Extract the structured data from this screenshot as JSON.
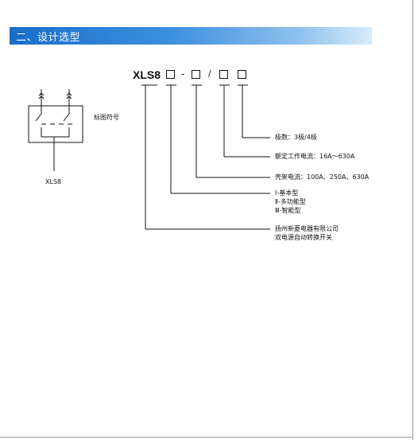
{
  "section": {
    "title": "二、设计选型"
  },
  "symbol": {
    "label": "标图符号",
    "caption": "XLS8"
  },
  "model": {
    "code": "XLS8",
    "separator_dash": "-",
    "separator_slash": "/"
  },
  "legend": {
    "poles": "极数：3极/4极",
    "rated_current": "额定工作电流：16A～630A",
    "frame_current": "壳架电流：100A、250A、630A",
    "type_1": "Ⅰ-基本型",
    "type_2": "Ⅱ-多功能型",
    "type_3": "Ⅲ-智能型",
    "company": "扬州新菱电器有限公司",
    "product": "双电源自动转换开关"
  }
}
